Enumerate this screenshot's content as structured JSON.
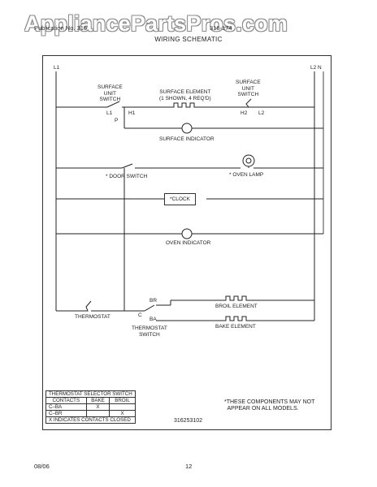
{
  "watermark": "AppliancePartsPros.com",
  "header": {
    "left": "Publication No. 316",
    "right": "316-174",
    "title": "WIRING SCHEMATIC"
  },
  "lines": {
    "l1": "L1",
    "l2n": "L2 N"
  },
  "labels": {
    "surface_switch_left": "SURFACE\nUNIT\nSWITCH",
    "surface_element": "SURFACE ELEMENT\n(1 SHOWN, 4 REQ'D)",
    "surface_switch_right": "SURFACE\nUNIT\nSWITCH",
    "l1_term": "L1",
    "h1": "H1",
    "p": "P",
    "h2": "H2",
    "l2_term": "L2",
    "surface_indicator": "SURFACE INDICATOR",
    "door_switch": "* DOOR SWITCH",
    "oven_lamp": "* OVEN LAMP",
    "clock": "*CLOCK",
    "oven_indicator": "OVEN INDICATOR",
    "thermostat": "THERMOSTAT",
    "br": "BR",
    "c": "C",
    "ba": "BA",
    "thermostat_switch": "THERMOSTAT\nSWITCH",
    "broil_element": "BROIL ELEMENT",
    "bake_element": "BAKE ELEMENT"
  },
  "selector_table": {
    "title": "THERMOSTAT SELECTOR SWITCH",
    "columns": [
      "CONTACTS",
      "BAKE",
      "BROIL"
    ],
    "rows": [
      [
        "C–BA",
        "X",
        ""
      ],
      [
        "C–BR",
        "",
        "X"
      ]
    ],
    "footnote": "X INDICATES CONTACTS CLOSED"
  },
  "note": "*THESE COMPONENTS MAY NOT\n  APPEAR ON ALL MODELS.",
  "part_number": "316253102",
  "footer": {
    "date": "08/06",
    "page": "12"
  }
}
